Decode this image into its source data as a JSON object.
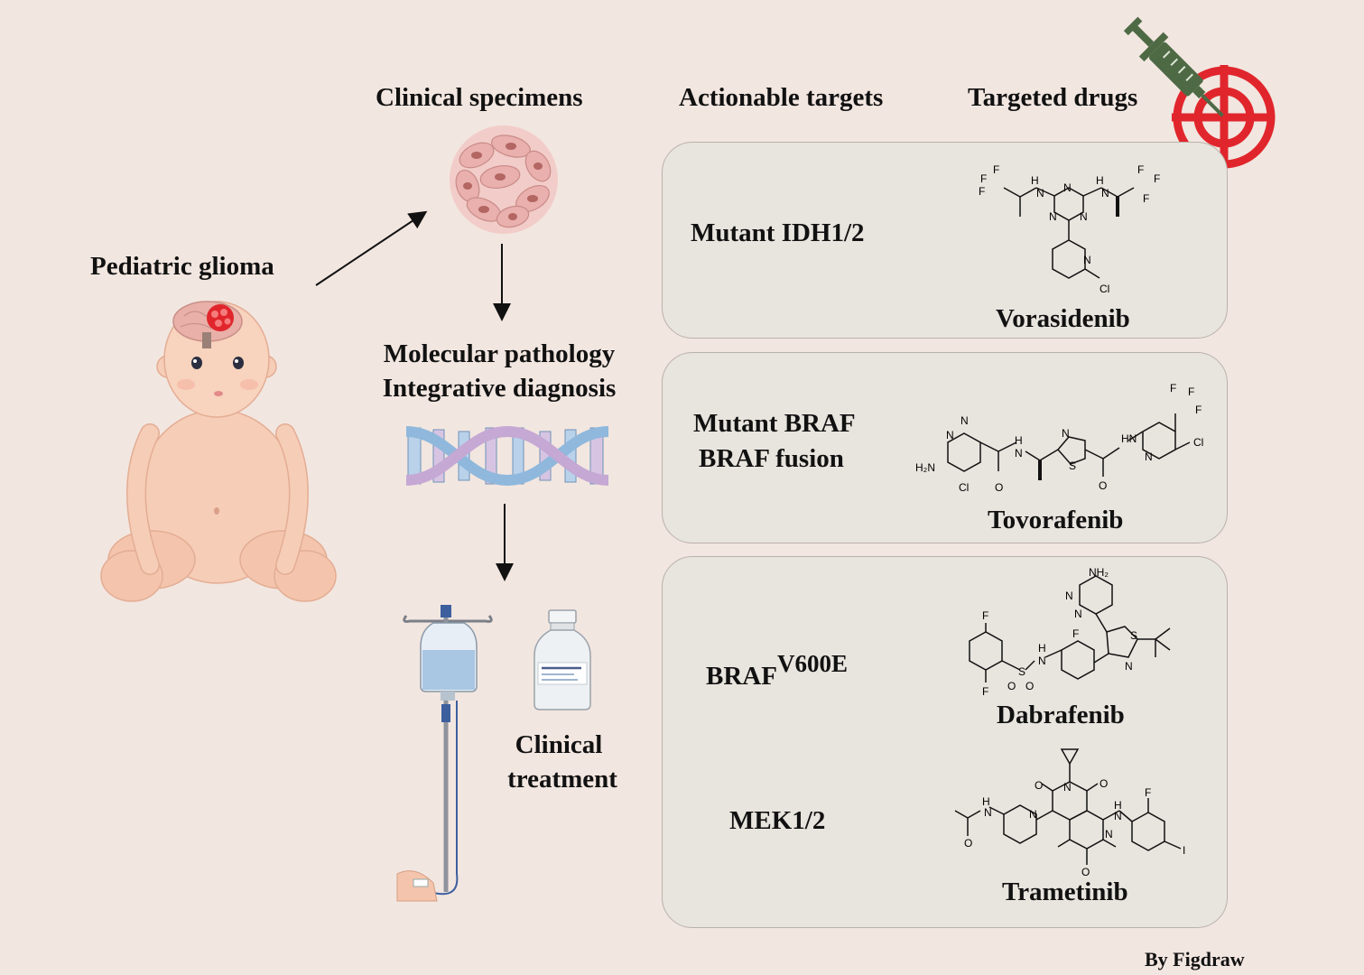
{
  "headers": {
    "clinical_specimens": "Clinical specimens",
    "actionable_targets": "Actionable targets",
    "targeted_drugs": "Targeted drugs"
  },
  "left": {
    "patient_label": "Pediatric glioma"
  },
  "middle": {
    "pathology_line1": "Molecular pathology",
    "pathology_line2": "Integrative diagnosis",
    "treatment_line1": "Clinical",
    "treatment_line2": "treatment"
  },
  "panels": [
    {
      "targets": [
        "Mutant IDH1/2"
      ],
      "drug": "Vorasidenib"
    },
    {
      "targets": [
        "Mutant BRAF",
        "BRAF fusion"
      ],
      "drug": "Tovorafenib"
    },
    {
      "targets": [
        "BRAF",
        "V600E",
        "MEK1/2"
      ],
      "drugs": [
        "Dabrafenib",
        "Trametinib"
      ]
    }
  ],
  "credit": "By Figdraw",
  "colors": {
    "background": "#f2e6e0",
    "panel": "#e8e4de",
    "target_red": "#e0262c",
    "syringe_green": "#4e6a45",
    "dna_blue": "#8fb8dc",
    "dna_purple": "#c5a8d4",
    "cell_pink": "#e9b0ad",
    "baby_skin": "#f6cdb6"
  },
  "icons": [
    "baby-icon",
    "cell-cluster-icon",
    "dna-icon",
    "iv-stand-icon",
    "medicine-bottle-icon",
    "syringe-target-icon"
  ]
}
